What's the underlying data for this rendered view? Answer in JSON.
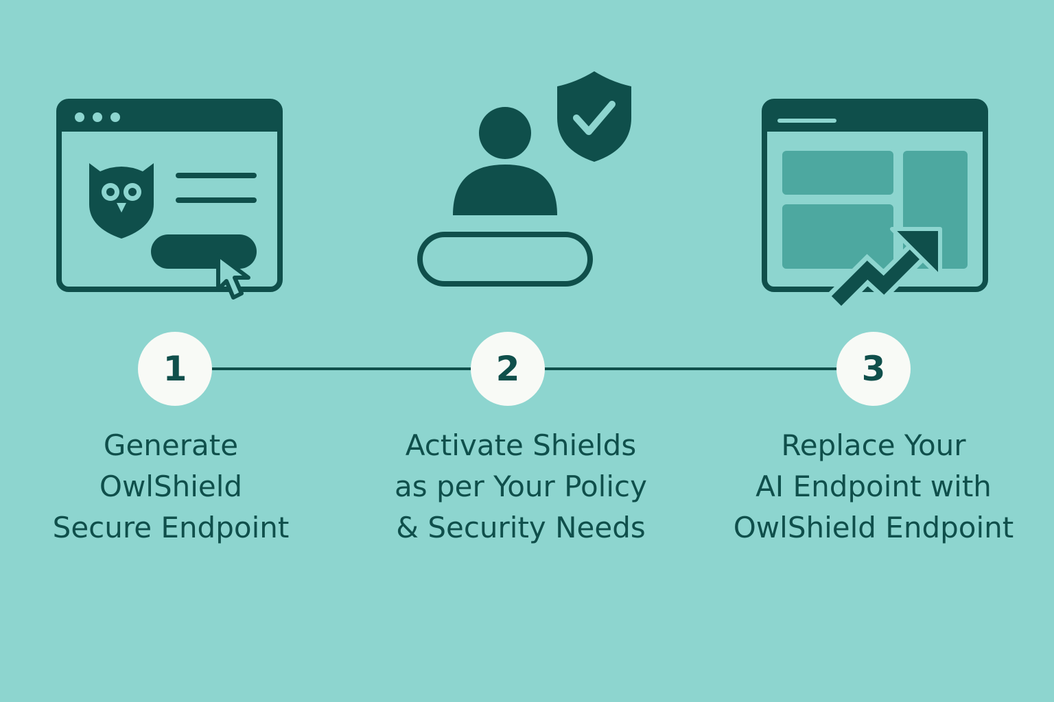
{
  "colors": {
    "background": "#8dd5cf",
    "primary": "#0f4f4b",
    "accent_fill": "#4da8a0",
    "number_circle": "#f8faf6"
  },
  "steps": [
    {
      "number": "1",
      "label_lines": [
        "Generate",
        "OwlShield",
        "Secure Endpoint"
      ],
      "icon": "browser-owl-shield-click-icon"
    },
    {
      "number": "2",
      "label_lines": [
        "Activate Shields",
        "as per Your Policy",
        "& Security Needs"
      ],
      "icon": "user-shield-check-icon"
    },
    {
      "number": "3",
      "label_lines": [
        "Replace Your",
        "AI Endpoint with",
        "OwlShield Endpoint"
      ],
      "icon": "dashboard-trend-arrow-icon"
    }
  ]
}
